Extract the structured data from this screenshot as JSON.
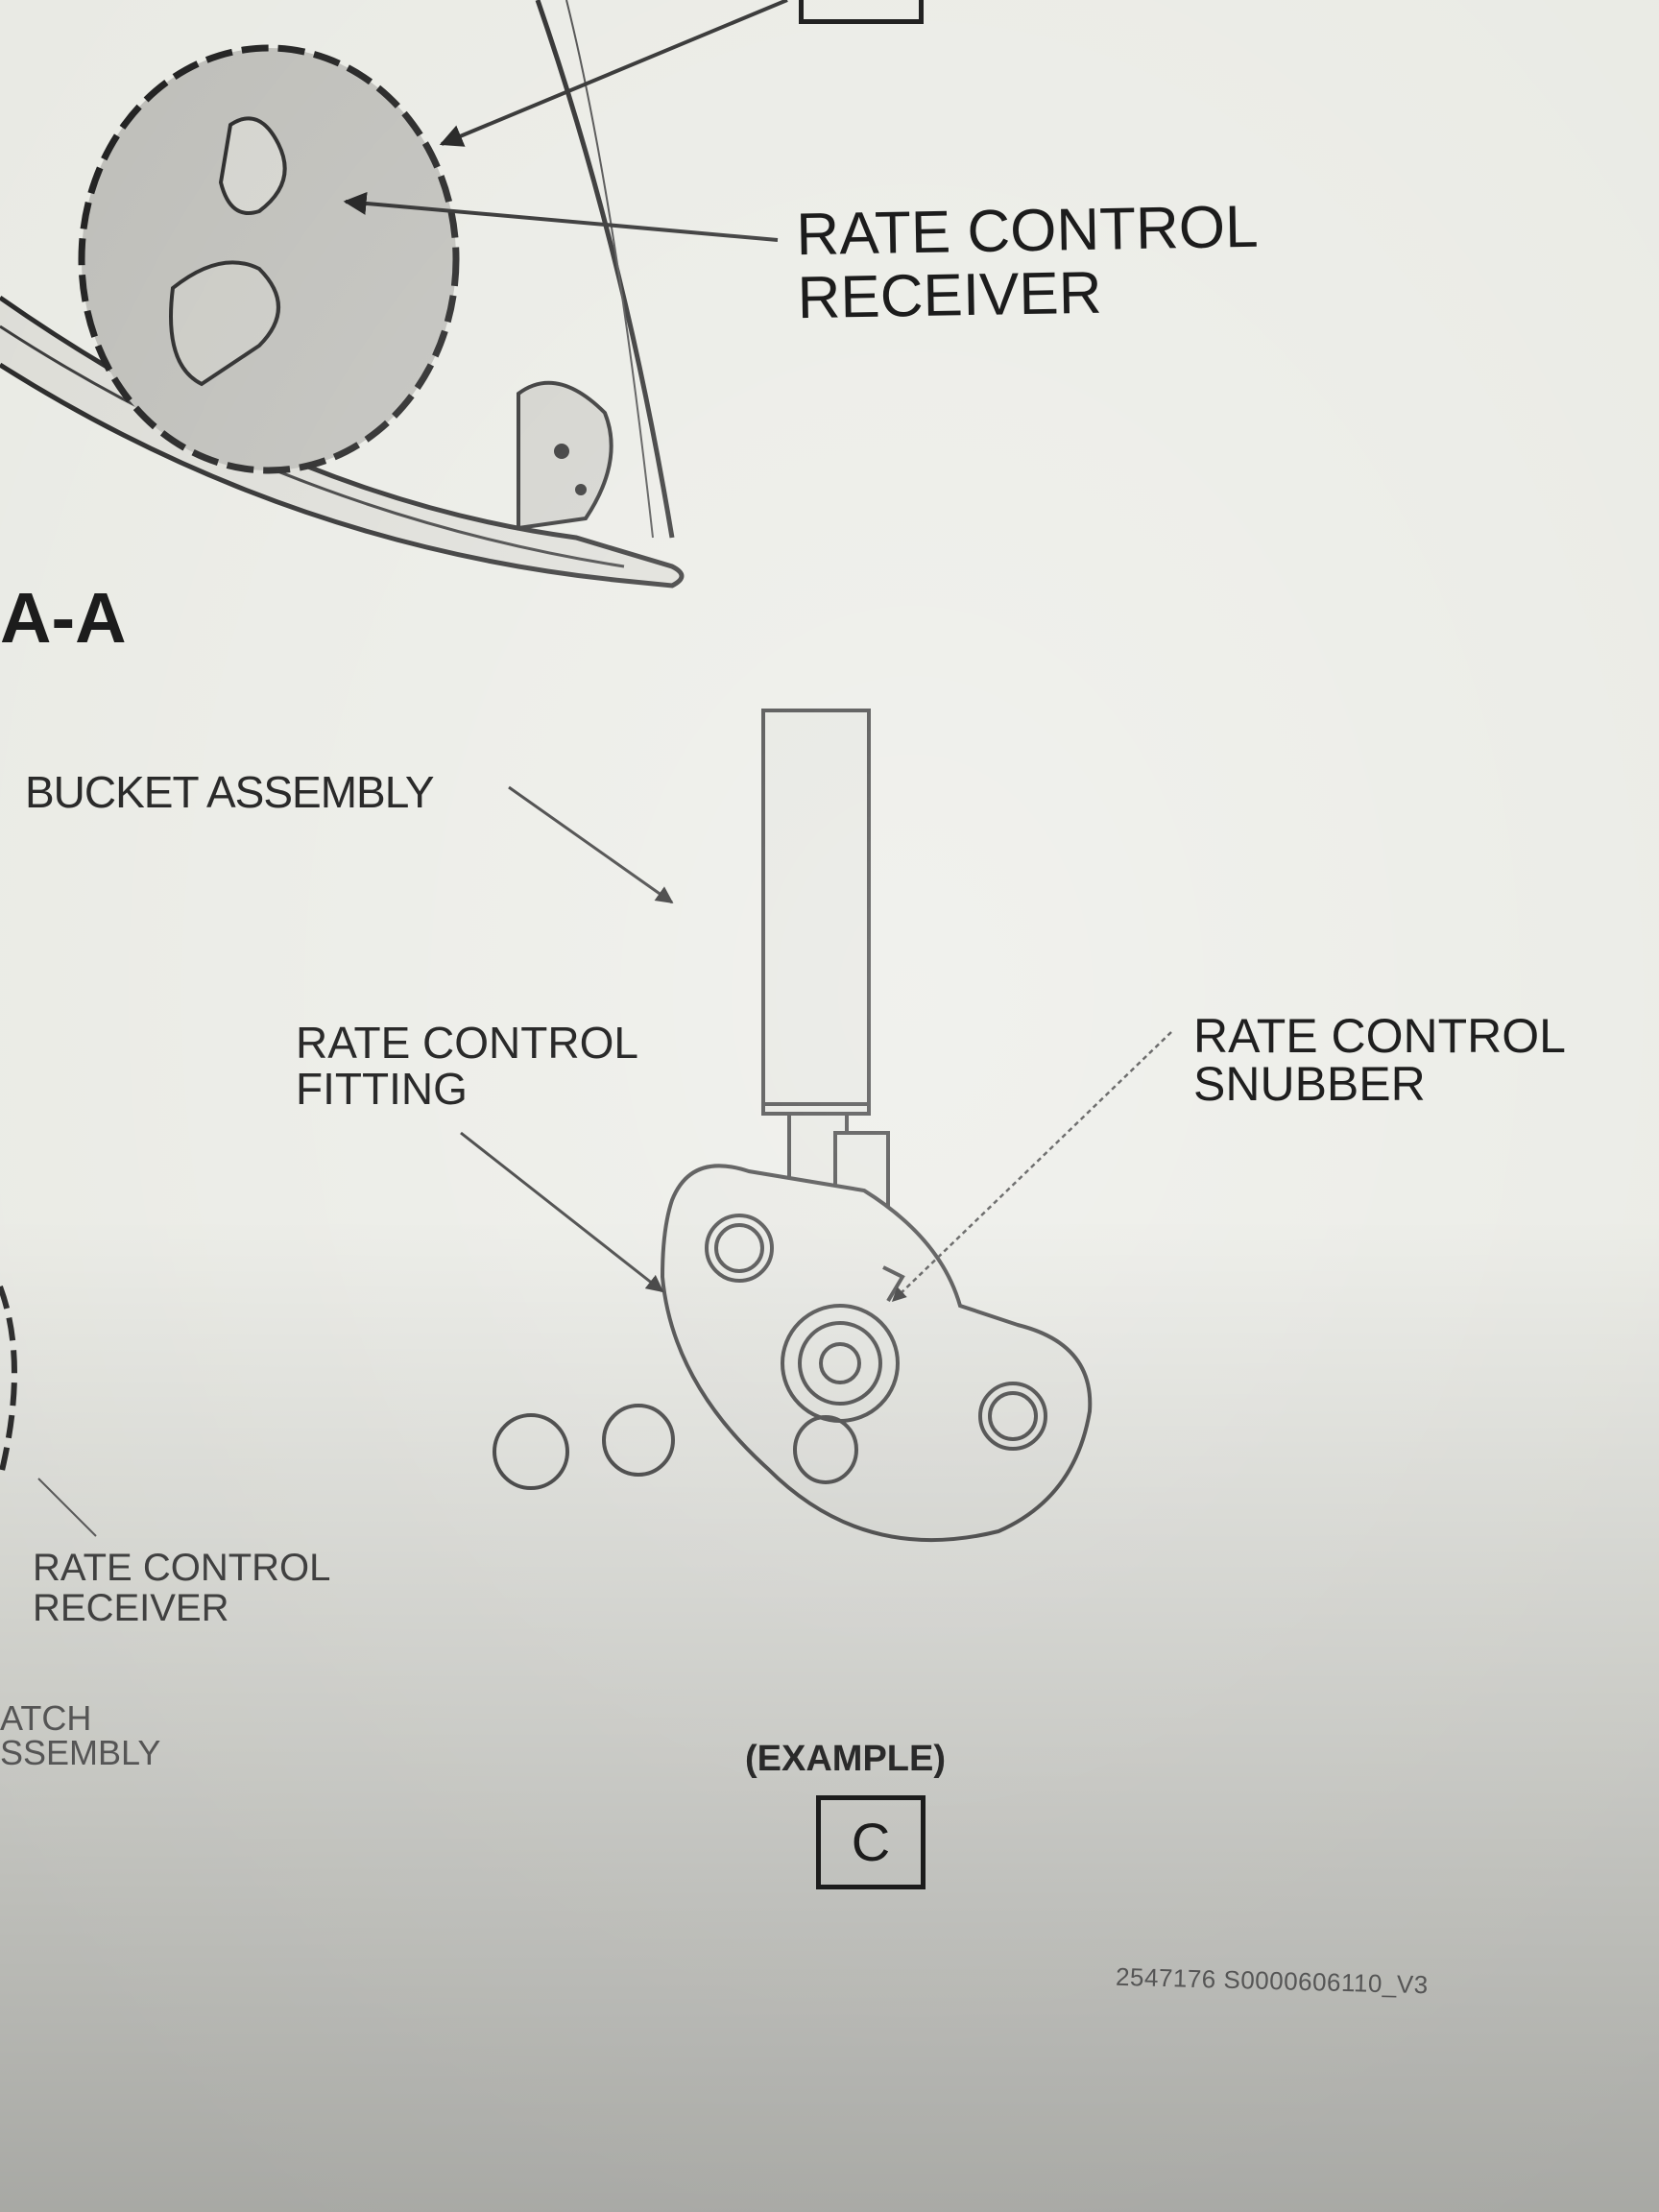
{
  "labels": {
    "rate_control_receiver_top": [
      "RATE CONTROL",
      "RECEIVER"
    ],
    "section": "A-A",
    "bucket_assembly": "BUCKET ASSEMBLY",
    "rate_control_fitting": [
      "RATE CONTROL",
      "FITTING"
    ],
    "rate_control_snubber": [
      "RATE CONTROL",
      "SNUBBER"
    ],
    "rate_control_receiver_bottom": [
      "RATE CONTROL",
      "RECEIVER"
    ],
    "latch_assembly": [
      "ATCH",
      "SSEMBLY"
    ],
    "example": "(EXAMPLE)",
    "view": "C",
    "document_id": "2547176 S0000606110_V3"
  },
  "colors": {
    "paper": "#e9eae4",
    "ink": "#1c1c1c",
    "shaded_detail": "#bdbdb8"
  }
}
